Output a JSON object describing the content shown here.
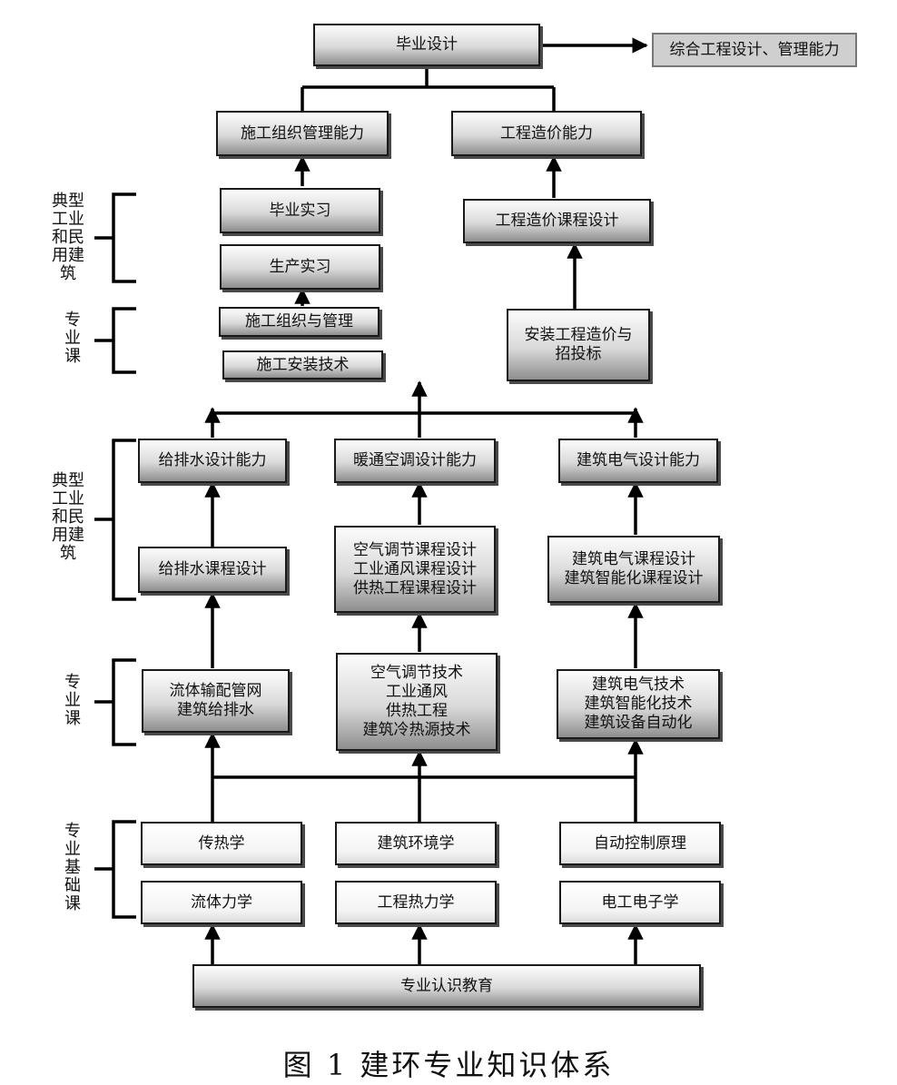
{
  "diagram": {
    "nodes": {
      "graduation_design": "毕业设计",
      "comprehensive": "综合工程设计、管理能力",
      "construction_mgmt_ability": "施工组织管理能力",
      "cost_ability": "工程造价能力",
      "graduation_internship": "毕业实习",
      "production_internship": "生产实习",
      "cost_course_design": "工程造价课程设计",
      "construction_org": "施工组织与管理",
      "construction_install": "施工安装技术",
      "install_cost": [
        "安装工程造价与",
        "招投标"
      ],
      "plumbing_ability": "给排水设计能力",
      "hvac_ability": "暖通空调设计能力",
      "electrical_ability": "建筑电气设计能力",
      "plumbing_course": "给排水课程设计",
      "hvac_course": [
        "空气调节课程设计",
        "工业通风课程设计",
        "供热工程课程设计"
      ],
      "electrical_course": [
        "建筑电气课程设计",
        "建筑智能化课程设计"
      ],
      "plumbing_prof": [
        "流体输配管网",
        "建筑给排水"
      ],
      "hvac_prof": [
        "空气调节技术",
        "工业通风",
        "供热工程",
        "建筑冷热源技术"
      ],
      "electrical_prof": [
        "建筑电气技术",
        "建筑智能化技术",
        "建筑设备自动化"
      ],
      "heat_transfer": "传热学",
      "building_env": "建筑环境学",
      "auto_control": "自动控制原理",
      "fluid_mechanics": "流体力学",
      "eng_thermo": "工程热力学",
      "electronics": "电工电子学",
      "orientation": "专业认识教育"
    },
    "side_labels": {
      "typical_1": [
        "典型",
        "工业",
        "和民",
        "用建",
        "筑"
      ],
      "professional_1": [
        "专",
        "业",
        "课"
      ],
      "typical_2": [
        "典型",
        "工业",
        "和民",
        "用建",
        "筑"
      ],
      "professional_2": [
        "专",
        "业",
        "课"
      ],
      "foundation": [
        "专",
        "业",
        "基",
        "础",
        "课"
      ]
    },
    "caption": "图 1  建环专业知识体系"
  }
}
